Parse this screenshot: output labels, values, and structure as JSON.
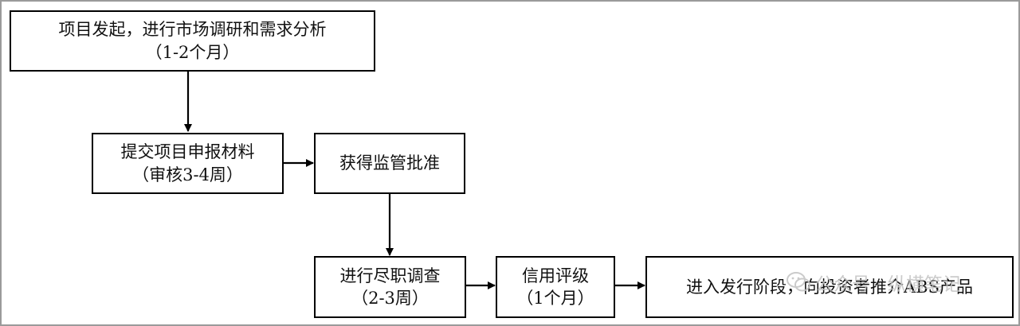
{
  "diagram": {
    "nodes": [
      {
        "id": "n1",
        "lines": [
          "项目发起，进行市场调研和需求分析",
          "（1-2个月）"
        ]
      },
      {
        "id": "n2",
        "lines": [
          "提交项目申报材料",
          "（审核3-4周）"
        ]
      },
      {
        "id": "n3",
        "lines": [
          "获得监管批准"
        ]
      },
      {
        "id": "n4",
        "lines": [
          "进行尽职调查",
          "（2-3周）"
        ]
      },
      {
        "id": "n5",
        "lines": [
          "信用评级",
          "（1个月）"
        ]
      },
      {
        "id": "n6",
        "lines": [
          "进入发行阶段，向投资者推介ABS产品"
        ]
      }
    ],
    "edges": [
      {
        "from": "n1",
        "to": "n2"
      },
      {
        "from": "n2",
        "to": "n3"
      },
      {
        "from": "n3",
        "to": "n4"
      },
      {
        "from": "n4",
        "to": "n5"
      },
      {
        "from": "n5",
        "to": "n6"
      }
    ]
  },
  "watermark": {
    "text": "公众号 · 纵横笔记",
    "icon": "wechat-official-account-icon"
  },
  "colors": {
    "stroke": "#000000",
    "frame": "#9a9a9a",
    "watermark": "#c2c2c2"
  }
}
